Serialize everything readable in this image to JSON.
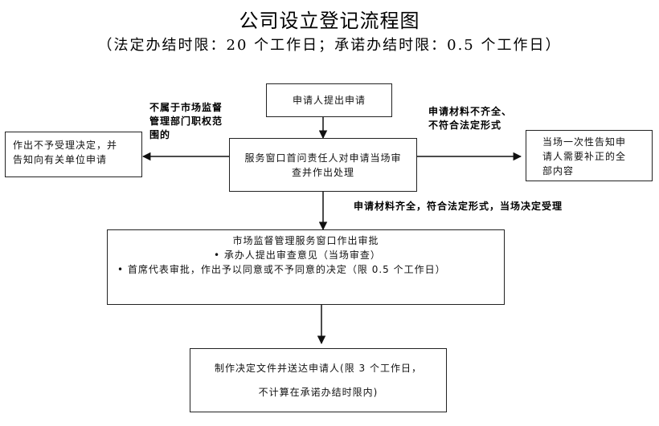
{
  "title": "公司设立登记流程图",
  "subtitle": "（法定办结时限：20 个工作日；承诺办结时限：0.5 个工作日）",
  "nodes": {
    "apply": "申请人提出申请",
    "window": [
      "服务窗口首问责任人对申请当场审",
      "查并作出处理"
    ],
    "reject": [
      "作出不予受理决定，并",
      "告知向有关单位申请"
    ],
    "supplement": [
      "当场一次性告知申",
      "请人需要补正的全",
      "部内容"
    ],
    "approval": {
      "heading": "市场监督管理服务窗口作出审批",
      "items": [
        "• 承办人提出审查意见（当场审查）",
        "• 首席代表审批，作出予以同意或不予同意的决定（限 0.5 个工作日）"
      ]
    },
    "deliver": [
      "制作决定文件并送达申请人(限 3 个工作日，",
      "不计算在承诺办结时限内)"
    ]
  },
  "edge_labels": {
    "not_scope": [
      "不属于市场监督",
      "管理部门职权范",
      "围的"
    ],
    "incomplete": [
      "申请材料不齐全、",
      "不符合法定形式"
    ],
    "complete": "申请材料齐全，符合法定形式，当场决定受理"
  }
}
